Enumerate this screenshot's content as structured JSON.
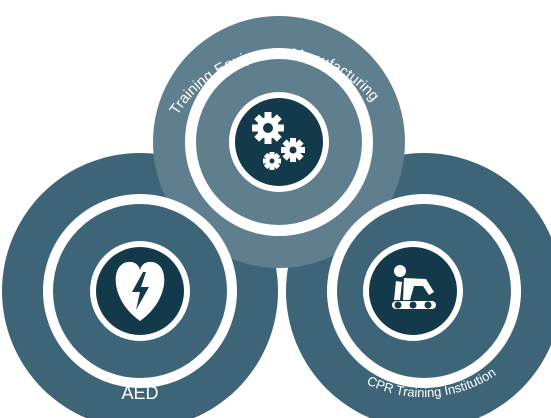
{
  "segments": {
    "top": {
      "label": "Training Equipment Manufacturing",
      "icon": "gears-icon"
    },
    "left": {
      "label": "AED",
      "icon": "heart-lightning-icon"
    },
    "right": {
      "label": "CPR Training Institution",
      "icon": "cpr-person-icon"
    }
  },
  "colors": {
    "ring_light": "#5f7f8e",
    "ring_dark": "#3e6577",
    "core": "#123a4b",
    "background": "#ffffff"
  }
}
